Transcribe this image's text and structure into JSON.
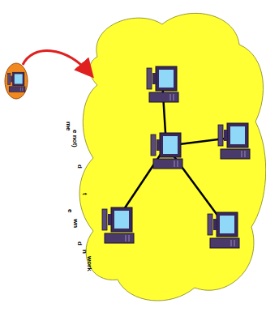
{
  "diagram": {
    "labels": [
      "me",
      "e not)",
      "d",
      "t",
      "e",
      "wn",
      "d",
      "n",
      "work"
    ]
  }
}
